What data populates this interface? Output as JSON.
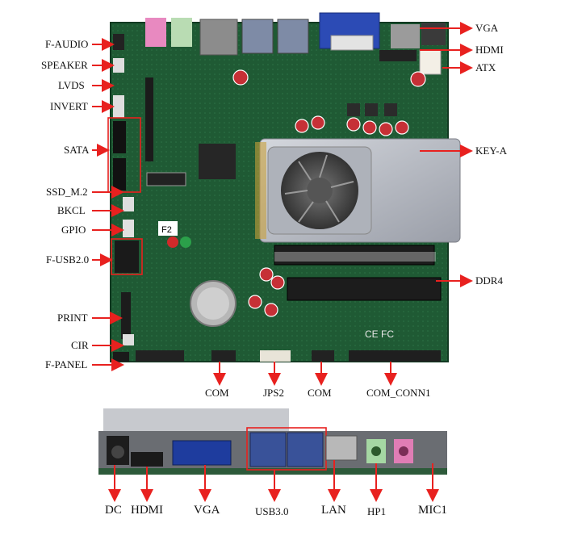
{
  "labels": {
    "left": [
      "F-AUDIO",
      "SPEAKER",
      "LVDS",
      "INVERT",
      "SATA",
      "SSD_M.2",
      "BKCL",
      "GPIO",
      "F-USB2.0",
      "PRINT",
      "CIR",
      "F-PANEL"
    ],
    "right": [
      "VGA",
      "HDMI",
      "ATX",
      "KEY-A",
      "DDR4"
    ],
    "bottom_board": [
      "COM",
      "JPS2",
      "COM",
      "COM_CONN1"
    ],
    "io_panel": [
      "DC",
      "HDMI",
      "VGA",
      "USB3.0",
      "LAN",
      "HP1",
      "MIC1"
    ]
  },
  "board_markings": {
    "chip_label": "F2",
    "fcc_mark": "FC",
    "ce_mark": "CE"
  },
  "colors": {
    "arrow": "#e8211f",
    "pcb": "#1f5a34",
    "heatsink": "#b9bcc4",
    "label_text": "#111111"
  }
}
